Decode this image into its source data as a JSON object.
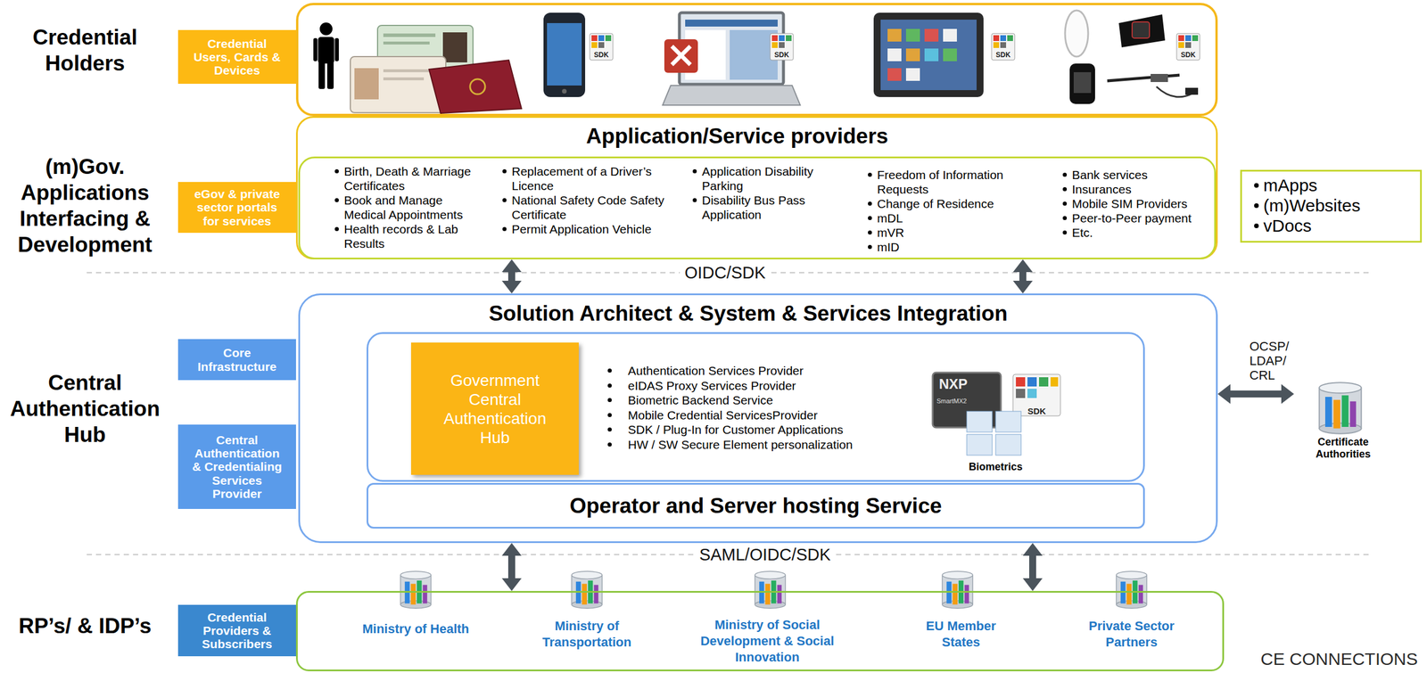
{
  "diagram": {
    "nodes": [
      {
        "text": [
          "Credential Users, Cards & Devices"
        ]
      },
      {
        "text": [
          "eGov & private sector portals for services"
        ]
      },
      {
        "text": [
          "Application/Service providers"
        ]
      },
      {
        "text": [
          "Birth, Death & Marriage Certificates",
          "Book and Manage Medical Appointments",
          "Health records & Lab Results",
          "Replacement of a Driver’s Licence",
          "National Safety Code Safety Certificate",
          "Permit Application Vehicle",
          "Application Disability Parking",
          "Disability Bus Pass Application",
          "Freedom of Information Requests",
          "Change of Residence",
          "mDL",
          "mVR",
          "mID",
          "Bank services",
          "Insurances",
          "Mobile SIM Providers",
          "Peer-to-Peer payment",
          "Etc."
        ],
        "in": 2
      },
      {
        "text": [
          "mApps",
          "(m)Websites",
          "vDocs"
        ]
      },
      {
        "text": [
          "Core Infrastructure"
        ]
      },
      {
        "text": [
          "Central Authentication & Credentialing Services Provider"
        ]
      },
      {
        "text": [
          "Solution Architect & System & Services Integration"
        ]
      },
      {
        "text": [
          "Authentication Services Provider",
          "eIDAS Proxy Services Provider",
          "Biometric Backend Service",
          "Mobile Credential ServicesProvider",
          "SDK / Plug-In for Customer Applications",
          "HW / SW Secure Element personalization",
          "Biometrics"
        ],
        "in": 7
      },
      {
        "text": [
          "Government Central Authentication Hub"
        ],
        "in": 8
      },
      {
        "text": [
          "Operator and Server hosting Service"
        ],
        "in": 7
      },
      {
        "text": [
          "Certificate Authorities"
        ]
      },
      {
        "text": [
          "Credential Providers & Subscribers"
        ]
      },
      {
        "text": [
          "Ministry of Health",
          "Ministry of Transportation",
          "Ministry of Social Development & Social Innovation",
          "EU Member States",
          "Private Sector Partners"
        ]
      }
    ],
    "edges": [
      {
        "from": 2,
        "to": 7,
        "arrow": "both"
      },
      {
        "from": 2,
        "to": 7,
        "arrow": "both"
      },
      {
        "from": 7,
        "to": 11,
        "arrow": "both",
        "label": "OCSP/ LDAP/ CRL"
      },
      {
        "from": 7,
        "to": 13,
        "arrow": "both"
      },
      {
        "from": 7,
        "to": 13,
        "arrow": "both"
      }
    ],
    "labels": [
      "Credential Holders",
      "(m)Gov. Applications Interfacing & Development",
      "Central Authentication Hub",
      "RP’s/ & IDP’s",
      "OIDC/SDK",
      "SAML/OIDC/SDK",
      "SDK",
      "SDK",
      "SDK",
      "SDK",
      "SDK",
      "NXP",
      "SmartMX2",
      "CE CONNECTIONS"
    ]
  }
}
